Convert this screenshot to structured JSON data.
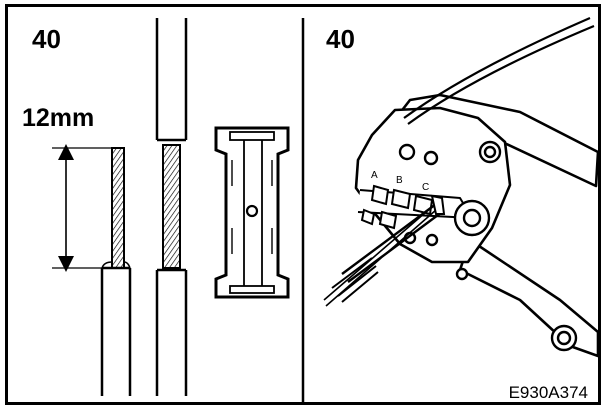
{
  "left_panel": {
    "step_number": "40",
    "strip_length": "12mm"
  },
  "right_panel": {
    "step_number": "40",
    "crimp_slot_labels": [
      "A",
      "B",
      "C"
    ]
  },
  "figure_code": "E930A374"
}
